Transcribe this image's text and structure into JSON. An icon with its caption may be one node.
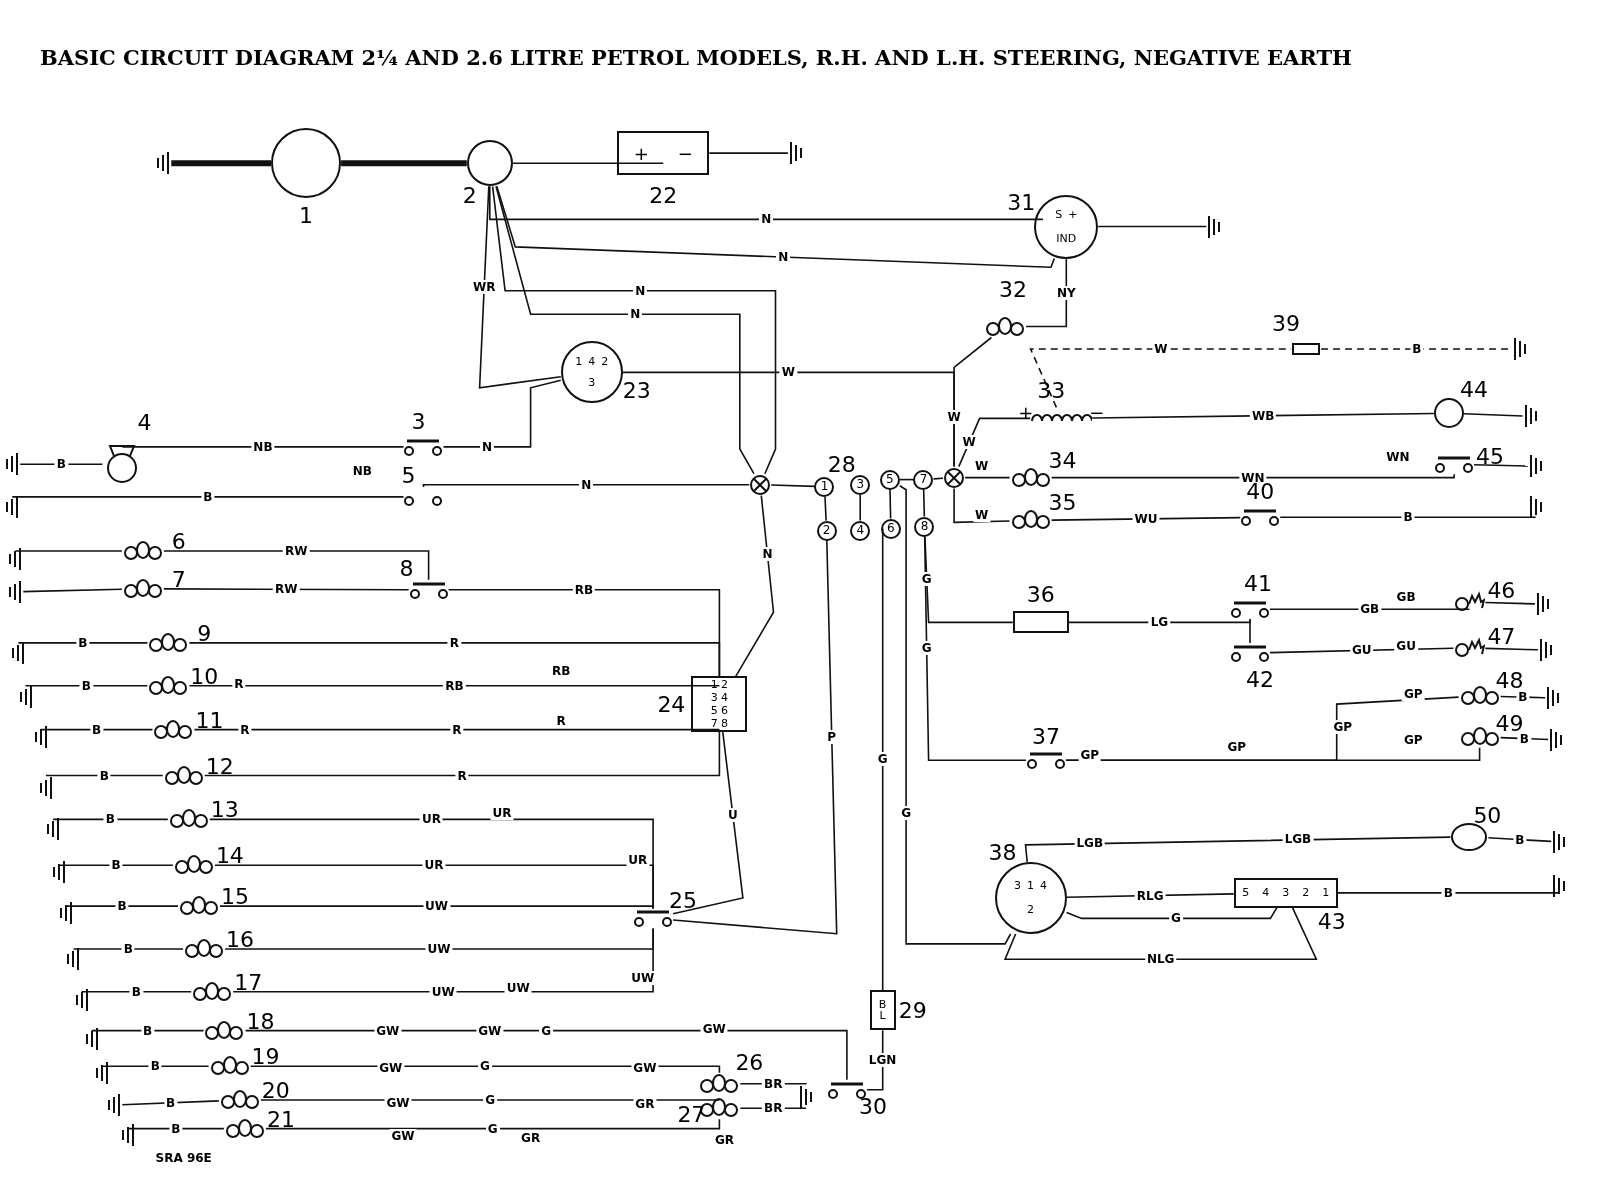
{
  "diagram": {
    "title": "BASIC CIRCUIT DIAGRAM 2¼ AND 2.6 LITRE PETROL MODELS, R.H. AND L.H. STEERING, NEGATIVE EARTH",
    "nodes": [
      {
        "text": [],
        "shape": "earth"
      },
      {
        "text": [],
        "shape": "circle",
        "beside": [
          "1"
        ]
      },
      {
        "text": [],
        "shape": "circle",
        "beside": [
          "2"
        ]
      },
      {
        "text": [
          "+",
          "−"
        ],
        "beside": [
          "22"
        ]
      },
      {
        "text": [],
        "shape": "earth"
      },
      {
        "text": [
          "S",
          "+",
          "IND"
        ],
        "beside": [
          "31"
        ]
      },
      {
        "text": [],
        "shape": "earth"
      },
      {
        "text": [
          "1",
          "4",
          "2",
          "3"
        ],
        "beside": [
          "23"
        ]
      },
      {
        "text": [],
        "shape": "lamp",
        "beside": [
          "32"
        ]
      },
      {
        "text": [],
        "shape": "fuse",
        "beside": [
          "39"
        ]
      },
      {
        "text": [],
        "shape": "earth"
      },
      {
        "text": [
          "+",
          "−"
        ],
        "beside": [
          "33"
        ]
      },
      {
        "text": [],
        "shape": "circle",
        "beside": [
          "44"
        ]
      },
      {
        "text": [],
        "shape": "earth"
      },
      {
        "text": [],
        "shape": "horn",
        "beside": [
          "4"
        ]
      },
      {
        "text": [],
        "shape": "earth"
      },
      {
        "text": [],
        "shape": "switch",
        "beside": [
          "3"
        ]
      },
      {
        "text": [],
        "shape": "switch",
        "beside": [
          "5"
        ]
      },
      {
        "text": [],
        "shape": "earth"
      },
      {
        "text": [],
        "shape": "circle"
      },
      {
        "text": [],
        "shape": "circle"
      },
      {
        "text": [
          "1"
        ]
      },
      {
        "text": [
          "2"
        ]
      },
      {
        "text": [
          "3"
        ]
      },
      {
        "text": [
          "4"
        ]
      },
      {
        "text": [
          "5"
        ]
      },
      {
        "text": [
          "6"
        ]
      },
      {
        "text": [
          "7"
        ]
      },
      {
        "text": [
          "8"
        ]
      },
      {
        "text": [],
        "shape": "lamp",
        "beside": [
          "34"
        ]
      },
      {
        "text": [],
        "shape": "switch",
        "beside": [
          "45"
        ]
      },
      {
        "text": [],
        "shape": "earth"
      },
      {
        "text": [],
        "shape": "lamp",
        "beside": [
          "35"
        ]
      },
      {
        "text": [],
        "shape": "switch",
        "beside": [
          "40"
        ]
      },
      {
        "text": [],
        "shape": "earth"
      },
      {
        "text": [],
        "shape": "earth"
      },
      {
        "text": [],
        "shape": "lamp",
        "beside": [
          "6"
        ]
      },
      {
        "text": [],
        "shape": "earth"
      },
      {
        "text": [],
        "shape": "lamp",
        "beside": [
          "7"
        ]
      },
      {
        "text": [],
        "shape": "switch",
        "beside": [
          "8"
        ]
      },
      {
        "text": [],
        "shape": "earth"
      },
      {
        "text": [],
        "shape": "lamp",
        "beside": [
          "9"
        ]
      },
      {
        "text": [],
        "shape": "earth"
      },
      {
        "text": [],
        "shape": "lamp",
        "beside": [
          "10"
        ]
      },
      {
        "text": [],
        "shape": "earth"
      },
      {
        "text": [],
        "shape": "lamp",
        "beside": [
          "11"
        ]
      },
      {
        "text": [],
        "shape": "earth"
      },
      {
        "text": [],
        "shape": "lamp",
        "beside": [
          "12"
        ]
      },
      {
        "text": [],
        "shape": "earth"
      },
      {
        "text": [],
        "shape": "lamp",
        "beside": [
          "13"
        ]
      },
      {
        "text": [],
        "shape": "earth"
      },
      {
        "text": [],
        "shape": "lamp",
        "beside": [
          "14"
        ]
      },
      {
        "text": [],
        "shape": "earth"
      },
      {
        "text": [],
        "shape": "lamp",
        "beside": [
          "15"
        ]
      },
      {
        "text": [],
        "shape": "earth"
      },
      {
        "text": [],
        "shape": "lamp",
        "beside": [
          "16"
        ]
      },
      {
        "text": [],
        "shape": "earth"
      },
      {
        "text": [],
        "shape": "lamp",
        "beside": [
          "17"
        ]
      },
      {
        "text": [],
        "shape": "earth"
      },
      {
        "text": [],
        "shape": "lamp",
        "beside": [
          "18"
        ]
      },
      {
        "text": [],
        "shape": "earth"
      },
      {
        "text": [],
        "shape": "lamp",
        "beside": [
          "19"
        ]
      },
      {
        "text": [],
        "shape": "earth"
      },
      {
        "text": [],
        "shape": "lamp",
        "beside": [
          "20"
        ]
      },
      {
        "text": [],
        "shape": "earth"
      },
      {
        "text": [],
        "shape": "lamp",
        "beside": [
          "21"
        ]
      },
      {
        "text": [
          "1 2",
          "3 4",
          "5 6",
          "7 8"
        ],
        "beside": [
          "24"
        ]
      },
      {
        "text": [],
        "shape": "box",
        "beside": [
          "36"
        ]
      },
      {
        "text": [],
        "shape": "switch",
        "beside": [
          "41"
        ]
      },
      {
        "text": [],
        "shape": "switch",
        "beside": [
          "42"
        ]
      },
      {
        "text": [],
        "shape": "lamp",
        "beside": [
          "46"
        ]
      },
      {
        "text": [],
        "shape": "earth"
      },
      {
        "text": [],
        "shape": "lamp",
        "beside": [
          "47"
        ]
      },
      {
        "text": [],
        "shape": "earth"
      },
      {
        "text": [],
        "shape": "lamp",
        "beside": [
          "48"
        ]
      },
      {
        "text": [],
        "shape": "earth"
      },
      {
        "text": [],
        "shape": "lamp",
        "beside": [
          "49"
        ]
      },
      {
        "text": [],
        "shape": "earth"
      },
      {
        "text": [],
        "shape": "switch",
        "beside": [
          "37"
        ]
      },
      {
        "text": [],
        "shape": "circle",
        "beside": [
          "50"
        ]
      },
      {
        "text": [],
        "shape": "earth"
      },
      {
        "text": [
          "3",
          "1",
          "4",
          "2"
        ],
        "beside": [
          "38"
        ]
      },
      {
        "text": [
          "5",
          "4",
          "3",
          "2",
          "1"
        ],
        "beside": [
          "43"
        ]
      },
      {
        "text": [],
        "shape": "earth"
      },
      {
        "text": [],
        "shape": "switch",
        "beside": [
          "25"
        ]
      },
      {
        "text": [
          "B",
          "L"
        ],
        "beside": [
          "29"
        ]
      },
      {
        "text": [],
        "shape": "lamp",
        "beside": [
          "26"
        ]
      },
      {
        "text": [],
        "shape": "lamp",
        "beside": [
          "27"
        ]
      },
      {
        "text": [],
        "shape": "earth"
      },
      {
        "text": [],
        "shape": "switch",
        "beside": [
          "30"
        ]
      }
    ],
    "edges": [
      {
        "from": 0,
        "to": 1,
        "arrow": "none",
        "style": "thick"
      },
      {
        "from": 1,
        "to": 2,
        "arrow": "none",
        "style": "thick"
      },
      {
        "from": 2,
        "to": 3,
        "arrow": "none"
      },
      {
        "from": 3,
        "to": 4,
        "arrow": "none"
      },
      {
        "from": 2,
        "to": 5,
        "arrow": "none",
        "label": "N"
      },
      {
        "from": 2,
        "to": 5,
        "arrow": "none",
        "label": "N"
      },
      {
        "from": 5,
        "to": 6,
        "arrow": "none"
      },
      {
        "from": 2,
        "to": 19,
        "arrow": "none",
        "label": "N"
      },
      {
        "from": 2,
        "to": 19,
        "arrow": "none",
        "label": "N"
      },
      {
        "from": 2,
        "to": 7,
        "arrow": "none",
        "label": "WR"
      },
      {
        "from": 7,
        "to": 16,
        "arrow": "none",
        "label": "N"
      },
      {
        "from": 7,
        "to": 20,
        "arrow": "none",
        "label": "W"
      },
      {
        "from": 16,
        "to": 14,
        "arrow": "none",
        "label": "NB"
      },
      {
        "from": 14,
        "to": 15,
        "arrow": "none",
        "label": "B"
      },
      {
        "from": 19,
        "to": 17,
        "arrow": "none",
        "label": "N"
      },
      {
        "from": 17,
        "to": 18,
        "arrow": "none",
        "label": "B"
      },
      {
        "from": 19,
        "to": 66,
        "arrow": "none",
        "label": "N"
      },
      {
        "from": 19,
        "to": 21,
        "arrow": "none"
      },
      {
        "from": 21,
        "to": 22,
        "arrow": "none"
      },
      {
        "from": 23,
        "to": 24,
        "arrow": "none"
      },
      {
        "from": 25,
        "to": 26,
        "arrow": "none"
      },
      {
        "from": 27,
        "to": 28,
        "arrow": "none"
      },
      {
        "from": 25,
        "to": 27,
        "arrow": "none"
      },
      {
        "from": 27,
        "to": 20,
        "arrow": "none"
      },
      {
        "from": 20,
        "to": 11,
        "arrow": "none",
        "label": "W"
      },
      {
        "from": 11,
        "to": 12,
        "arrow": "none",
        "label": "WB"
      },
      {
        "from": 12,
        "to": 13,
        "arrow": "none"
      },
      {
        "from": 11,
        "to": 9,
        "arrow": "none",
        "label": "W",
        "style": "dashed"
      },
      {
        "from": 9,
        "to": 10,
        "arrow": "none",
        "label": "B",
        "style": "dashed"
      },
      {
        "from": 8,
        "to": 5,
        "arrow": "none",
        "label": "NY"
      },
      {
        "from": 8,
        "to": 20,
        "arrow": "none",
        "label": "W"
      },
      {
        "from": 20,
        "to": 29,
        "arrow": "none",
        "label": "W"
      },
      {
        "from": 29,
        "to": 30,
        "arrow": "none",
        "label": "WN"
      },
      {
        "from": 30,
        "to": 31,
        "arrow": "none"
      },
      {
        "from": 20,
        "to": 32,
        "arrow": "none",
        "label": "W"
      },
      {
        "from": 32,
        "to": 33,
        "arrow": "none",
        "label": "WU"
      },
      {
        "from": 33,
        "to": 34,
        "arrow": "none",
        "label": "B"
      },
      {
        "from": 28,
        "to": 67,
        "arrow": "none",
        "label": "G"
      },
      {
        "from": 28,
        "to": 78,
        "arrow": "none",
        "label": "G"
      },
      {
        "from": 67,
        "to": 68,
        "arrow": "none",
        "label": "LG"
      },
      {
        "from": 68,
        "to": 69,
        "arrow": "none"
      },
      {
        "from": 68,
        "to": 70,
        "arrow": "none",
        "label": "GB"
      },
      {
        "from": 70,
        "to": 71,
        "arrow": "none"
      },
      {
        "from": 69,
        "to": 72,
        "arrow": "none",
        "label": "GU"
      },
      {
        "from": 72,
        "to": 73,
        "arrow": "none"
      },
      {
        "from": 78,
        "to": 74,
        "arrow": "none",
        "label": "GP"
      },
      {
        "from": 78,
        "to": 76,
        "arrow": "none",
        "label": "GP"
      },
      {
        "from": 74,
        "to": 75,
        "arrow": "none",
        "label": "B"
      },
      {
        "from": 76,
        "to": 77,
        "arrow": "none",
        "label": "B"
      },
      {
        "from": 81,
        "to": 79,
        "arrow": "none",
        "label": "LGB"
      },
      {
        "from": 79,
        "to": 80,
        "arrow": "none",
        "label": "B"
      },
      {
        "from": 82,
        "to": 83,
        "arrow": "none",
        "label": "B"
      },
      {
        "from": 81,
        "to": 82,
        "arrow": "none",
        "label": "RLG"
      },
      {
        "from": 81,
        "to": 82,
        "arrow": "none",
        "label": "NLG"
      },
      {
        "from": 25,
        "to": 81,
        "arrow": "none",
        "label": "G"
      },
      {
        "from": 26,
        "to": 85,
        "arrow": "none",
        "label": "G"
      },
      {
        "from": 89,
        "to": 85,
        "arrow": "none",
        "label": "LGN"
      },
      {
        "from": 22,
        "to": 84,
        "arrow": "none",
        "label": "P"
      },
      {
        "from": 66,
        "to": 84,
        "arrow": "none",
        "label": "U"
      },
      {
        "from": 36,
        "to": 35,
        "arrow": "none"
      },
      {
        "from": 38,
        "to": 37,
        "arrow": "none"
      },
      {
        "from": 36,
        "to": 39,
        "arrow": "none",
        "label": "RW"
      },
      {
        "from": 38,
        "to": 39,
        "arrow": "none",
        "label": "RW"
      },
      {
        "from": 39,
        "to": 66,
        "arrow": "none",
        "label": "RB"
      },
      {
        "from": 41,
        "to": 40,
        "arrow": "none",
        "label": "B"
      },
      {
        "from": 41,
        "to": 66,
        "arrow": "none",
        "label": "R"
      },
      {
        "from": 43,
        "to": 42,
        "arrow": "none",
        "label": "B"
      },
      {
        "from": 43,
        "to": 66,
        "arrow": "none",
        "label": "RB"
      },
      {
        "from": 45,
        "to": 44,
        "arrow": "none",
        "label": "B"
      },
      {
        "from": 45,
        "to": 66,
        "arrow": "none",
        "label": "R"
      },
      {
        "from": 47,
        "to": 46,
        "arrow": "none",
        "label": "B"
      },
      {
        "from": 47,
        "to": 66,
        "arrow": "none",
        "label": "R"
      },
      {
        "from": 49,
        "to": 48,
        "arrow": "none",
        "label": "B"
      },
      {
        "from": 49,
        "to": 84,
        "arrow": "none",
        "label": "UR"
      },
      {
        "from": 51,
        "to": 50,
        "arrow": "none",
        "label": "B"
      },
      {
        "from": 51,
        "to": 84,
        "arrow": "none",
        "label": "UR"
      },
      {
        "from": 53,
        "to": 52,
        "arrow": "none",
        "label": "B"
      },
      {
        "from": 53,
        "to": 84,
        "arrow": "none",
        "label": "UW"
      },
      {
        "from": 55,
        "to": 54,
        "arrow": "none",
        "label": "B"
      },
      {
        "from": 55,
        "to": 84,
        "arrow": "none",
        "label": "UW"
      },
      {
        "from": 57,
        "to": 56,
        "arrow": "none",
        "label": "B"
      },
      {
        "from": 57,
        "to": 84,
        "arrow": "none",
        "label": "UW"
      },
      {
        "from": 59,
        "to": 58,
        "arrow": "none",
        "label": "B"
      },
      {
        "from": 59,
        "to": 89,
        "arrow": "none",
        "label": "G"
      },
      {
        "from": 61,
        "to": 60,
        "arrow": "none",
        "label": "B"
      },
      {
        "from": 61,
        "to": 86,
        "arrow": "none",
        "label": "G"
      },
      {
        "from": 63,
        "to": 62,
        "arrow": "none",
        "label": "B"
      },
      {
        "from": 63,
        "to": 87,
        "arrow": "none",
        "label": "G"
      },
      {
        "from": 65,
        "to": 64,
        "arrow": "none",
        "label": "B"
      },
      {
        "from": 65,
        "to": 87,
        "arrow": "none",
        "label": "G"
      },
      {
        "from": 86,
        "to": 88,
        "arrow": "none",
        "label": "BR"
      },
      {
        "from": 87,
        "to": 88,
        "arrow": "none",
        "label": "BR"
      },
      {
        "from": 81,
        "to": 82,
        "arrow": "none",
        "label": "G"
      }
    ],
    "labels": [
      "28",
      "NB",
      "WN",
      "GB",
      "GU",
      "GP",
      "GP",
      "GP",
      "LGB",
      "R",
      "RB",
      "R",
      "R",
      "UR",
      "UR",
      "UW",
      "UW",
      "GW",
      "GW",
      "GW",
      "GW",
      "GW",
      "GW",
      "GW",
      "GR",
      "GR",
      "GR",
      "SRA 96E"
    ]
  }
}
